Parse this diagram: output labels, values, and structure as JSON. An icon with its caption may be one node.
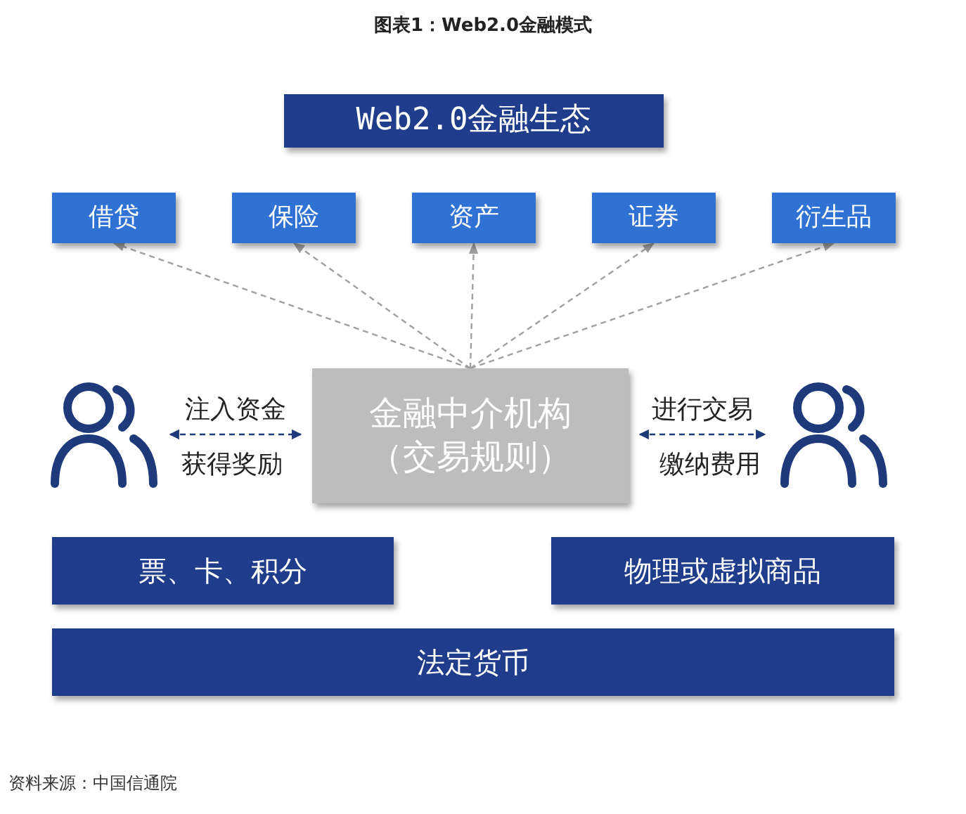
{
  "diagram": {
    "title": "图表1：Web2.0金融模式",
    "nodes": [
      {
        "text": [
          "Web2.0金融生态"
        ]
      },
      {
        "text": [
          "借贷"
        ]
      },
      {
        "text": [
          "保险"
        ]
      },
      {
        "text": [
          "资产"
        ]
      },
      {
        "text": [
          "证券"
        ]
      },
      {
        "text": [
          "衍生品"
        ]
      },
      {
        "text": [
          "金融中介机构（交易规则）"
        ]
      },
      {
        "text": [],
        "shape": "person"
      },
      {
        "text": [],
        "shape": "person"
      },
      {
        "text": [
          "票、卡、积分"
        ]
      },
      {
        "text": [
          "物理或虚拟商品"
        ]
      },
      {
        "text": [
          "法定货币"
        ]
      }
    ],
    "edges": [
      {
        "from": 6,
        "to": 1,
        "arrow": "to",
        "style": "dashed"
      },
      {
        "from": 6,
        "to": 2,
        "arrow": "to",
        "style": "dashed"
      },
      {
        "from": 6,
        "to": 3,
        "arrow": "to",
        "style": "dashed"
      },
      {
        "from": 6,
        "to": 4,
        "arrow": "to",
        "style": "dashed"
      },
      {
        "from": 6,
        "to": 5,
        "arrow": "to",
        "style": "dashed"
      },
      {
        "from": 7,
        "to": 6,
        "arrow": "both",
        "style": "dashed",
        "color": "#1f3a7a",
        "label": "注入资金"
      },
      {
        "from": 6,
        "to": 8,
        "arrow": "both",
        "style": "dashed",
        "color": "#1f3a7a",
        "label": "进行交易"
      }
    ],
    "labels": [
      "获得奖励",
      "缴纳费用",
      "资料来源：中国信通院"
    ]
  }
}
